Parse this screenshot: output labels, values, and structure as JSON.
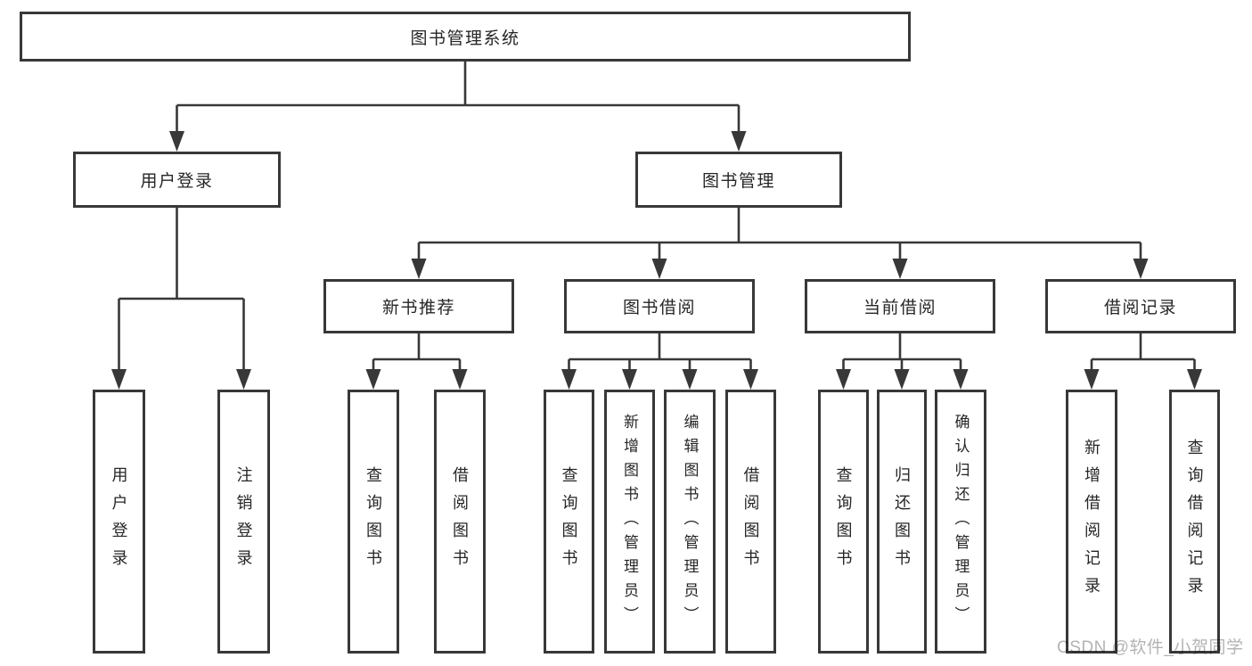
{
  "tree": {
    "root": {
      "label": "图书管理系统"
    },
    "branches": [
      {
        "label": "用户登录",
        "children": [
          {
            "label": "用户登录"
          },
          {
            "label": "注销登录"
          }
        ]
      },
      {
        "label": "图书管理",
        "children": [
          {
            "label": "新书推荐",
            "children": [
              {
                "label": "查询图书"
              },
              {
                "label": "借阅图书"
              }
            ]
          },
          {
            "label": "图书借阅",
            "children": [
              {
                "label": "查询图书"
              },
              {
                "label": "新增图书（管理员）"
              },
              {
                "label": "编辑图书（管理员）"
              },
              {
                "label": "借阅图书"
              }
            ]
          },
          {
            "label": "当前借阅",
            "children": [
              {
                "label": "查询图书"
              },
              {
                "label": "归还图书"
              },
              {
                "label": "确认归还（管理员）"
              }
            ]
          },
          {
            "label": "借阅记录",
            "children": [
              {
                "label": "新增借阅记录"
              },
              {
                "label": "查询借阅记录"
              }
            ]
          }
        ]
      }
    ]
  },
  "watermark": "CSDN @软件_小贺同学",
  "colors": {
    "line": "#383838",
    "text": "#262626",
    "watermark": "#b3b3b3",
    "background": "#ffffff"
  }
}
